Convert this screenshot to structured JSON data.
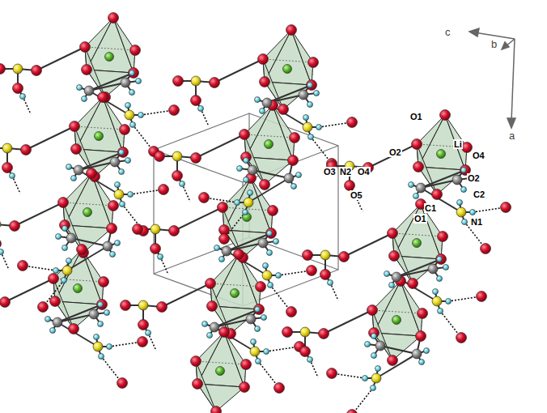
{
  "diagram": {
    "labels": [
      "c",
      "b",
      "a",
      "O1",
      "Li",
      "O2",
      "O4",
      "O3",
      "N2",
      "O4",
      "O2",
      "C2",
      "C1",
      "O5",
      "N1",
      "O1"
    ]
  }
}
